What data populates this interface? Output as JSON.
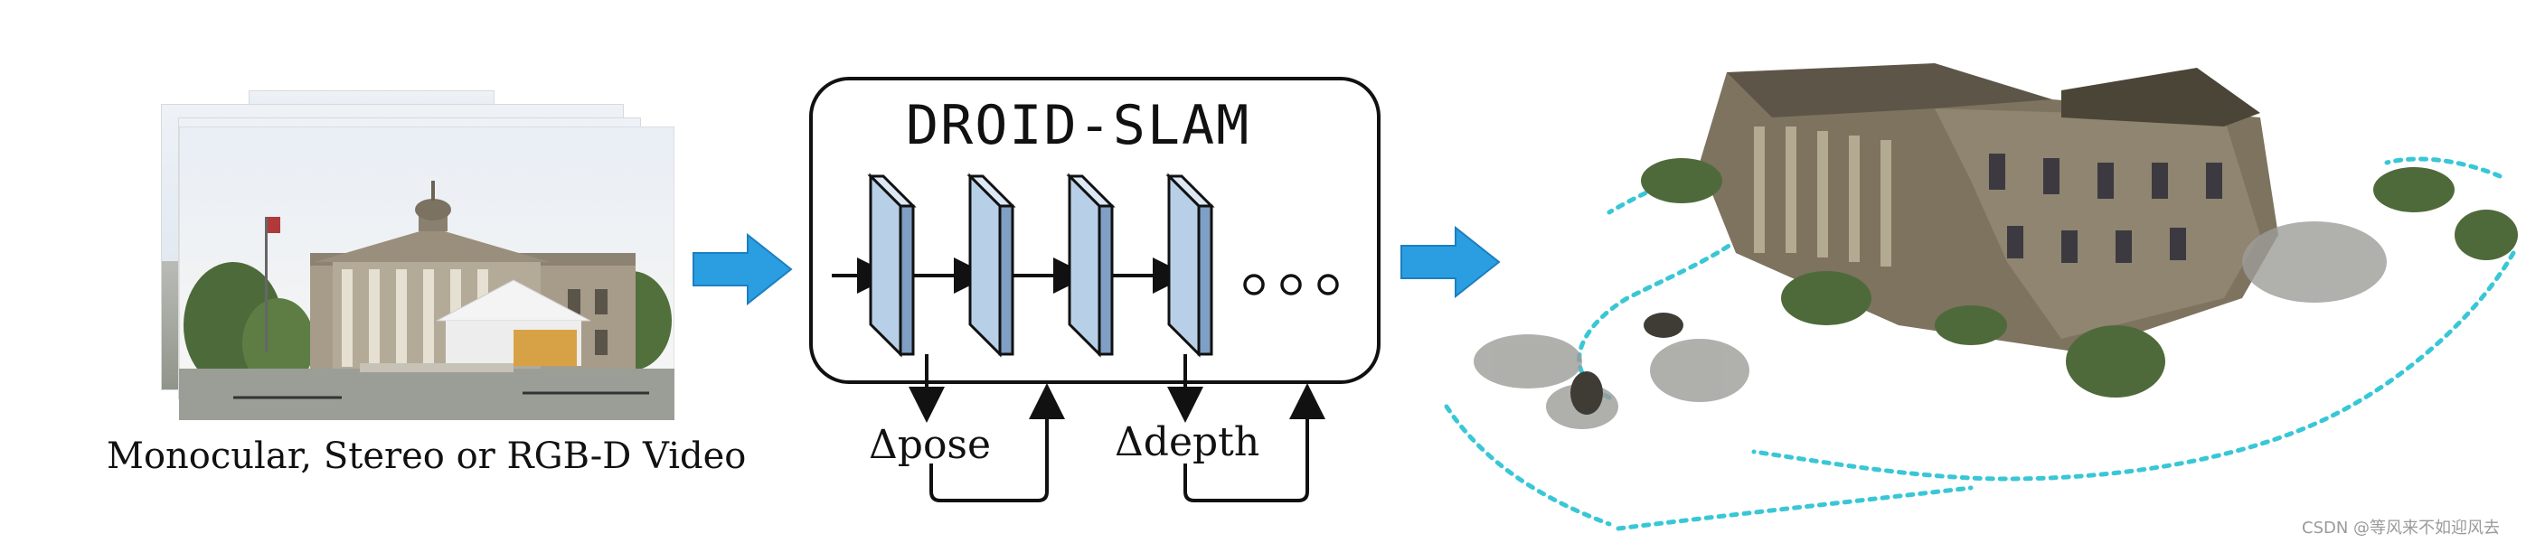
{
  "input": {
    "caption": "Monocular, Stereo or RGB-D Video"
  },
  "network": {
    "title": "DROID-SLAM",
    "layers": 4,
    "ellipsis_dots": 3,
    "outputs": [
      "Δpose",
      "Δdepth"
    ]
  },
  "output": {
    "description_icon": "reconstructed-point-cloud"
  },
  "watermark": "CSDN @等风来不如迎风去",
  "colors": {
    "arrow": "#2a9ee0",
    "layer_front": "#b8cfe8",
    "layer_side": "#7f9fc4",
    "layer_top": "#dce8f5",
    "trajectory": "#39c7d6"
  }
}
